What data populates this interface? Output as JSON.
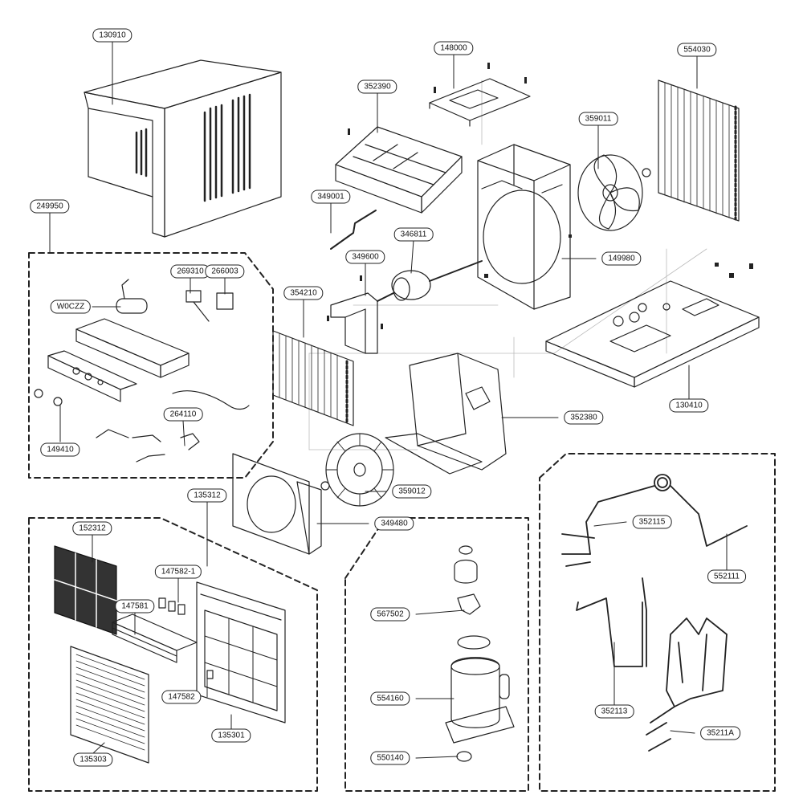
{
  "labels": {
    "p130910": "130910",
    "p148000": "148000",
    "p554030": "554030",
    "p352390": "352390",
    "p359011": "359011",
    "p249950": "249950",
    "p349001": "349001",
    "p346811": "346811",
    "p269310": "269310",
    "p266003": "266003",
    "p349600": "349600",
    "p149980": "149980",
    "pW0CZZ": "W0CZZ",
    "p354210": "354210",
    "p130410": "130410",
    "p264110": "264110",
    "p352380": "352380",
    "p149410": "149410",
    "p359012": "359012",
    "p135312": "135312",
    "p349480": "349480",
    "p352115": "352115",
    "p152312": "152312",
    "p147582_1": "147582-1",
    "p552111": "552111",
    "p147581": "147581",
    "p567502": "567502",
    "p147582": "147582",
    "p554160": "554160",
    "p352113": "352113",
    "p35211A": "35211A",
    "p135301": "135301",
    "p135303": "135303",
    "p550140": "550140"
  }
}
